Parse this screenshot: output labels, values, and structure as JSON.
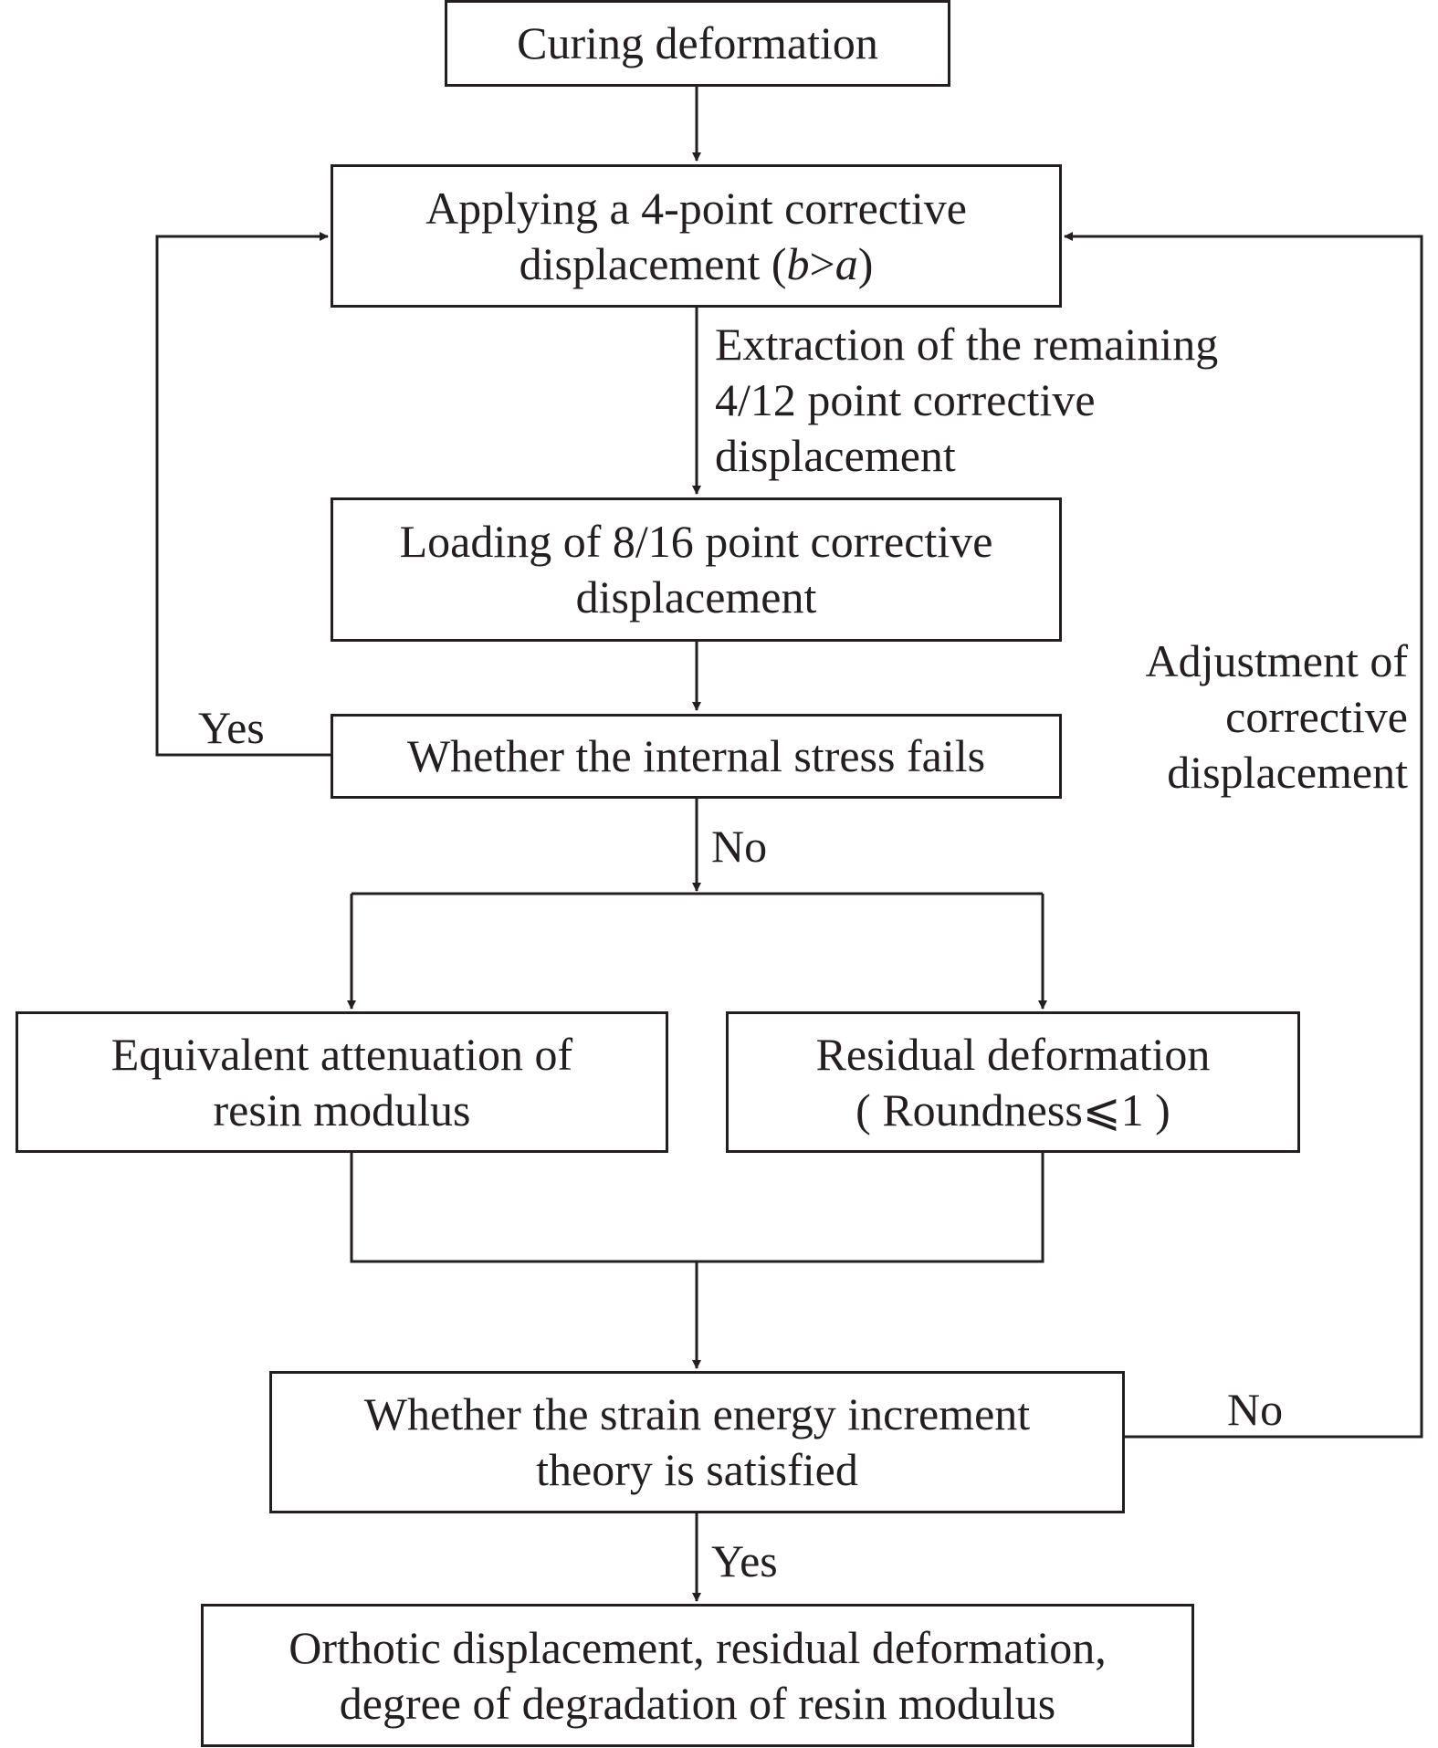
{
  "nodes": {
    "curing": {
      "label": "Curing deformation"
    },
    "apply": {
      "line1": "Applying a 4-point corrective",
      "line2_pre": "displacement (",
      "line2_b": "b",
      "line2_gt": ">",
      "line2_a": "a",
      "line2_post": ")"
    },
    "loading": {
      "line1": "Loading of 8/16 point corrective",
      "line2": "displacement"
    },
    "stress_check": {
      "label": "Whether the internal stress fails"
    },
    "attenuation": {
      "line1": "Equivalent attenuation of",
      "line2": "resin modulus"
    },
    "residual": {
      "line1": "Residual deformation",
      "line2": "( Roundness⩽1 )"
    },
    "energy_check": {
      "line1": "Whether the strain energy increment",
      "line2": "theory is satisfied"
    },
    "result": {
      "line1": "Orthotic displacement, residual deformation,",
      "line2": "degree of degradation of resin modulus"
    }
  },
  "edge_labels": {
    "extraction": {
      "line1": "Extraction of the remaining",
      "line2": "4/12 point corrective",
      "line3": "displacement"
    },
    "adjustment": {
      "line1": "Adjustment of",
      "line2": "corrective",
      "line3": "displacement"
    },
    "stress_yes": "Yes",
    "stress_no": "No",
    "energy_no": "No",
    "energy_yes": "Yes"
  }
}
